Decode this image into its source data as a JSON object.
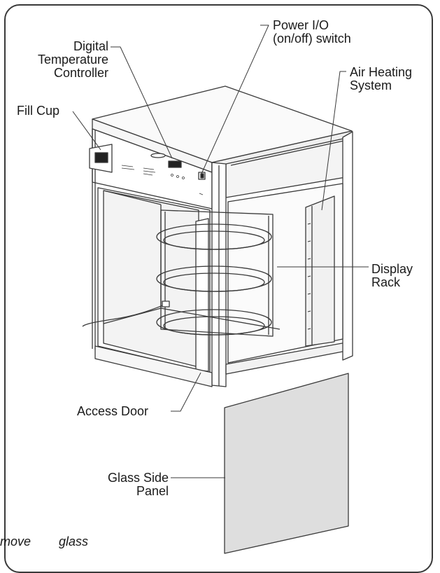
{
  "labels": {
    "power_line1": "Power I/O",
    "power_line2": "(on/off) switch",
    "digital_line1": "Digital",
    "digital_line2": "Temperature",
    "digital_line3": "Controller",
    "fill_cup": "Fill Cup",
    "air_line1": "Air Heating",
    "air_line2": "System",
    "display_line1": "Display",
    "display_line2": "Rack",
    "access_door": "Access Door",
    "glass_line1": "Glass Side",
    "glass_line2": "Panel"
  },
  "caption": {
    "word1": "move",
    "word2": "glass"
  },
  "colors": {
    "line": "#3a3a3a",
    "frame": "#3a3a3a",
    "glass": "#dedede",
    "cabinet_side": "#f2f2f2"
  }
}
